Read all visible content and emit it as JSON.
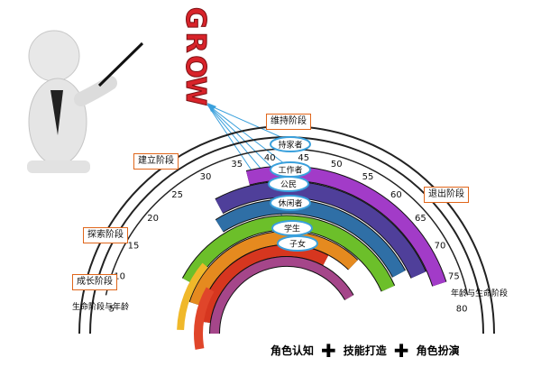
{
  "grow_letters": [
    "G",
    "R",
    "O",
    "W"
  ],
  "stages": {
    "maintain": "维持阶段",
    "establish": "建立阶段",
    "explore": "探索阶段",
    "grow": "成长阶段",
    "decline": "退出阶段"
  },
  "age_ticks": [
    "5",
    "10",
    "15",
    "20",
    "25",
    "30",
    "35",
    "40",
    "45",
    "50",
    "55",
    "60",
    "65",
    "70",
    "75",
    "80"
  ],
  "roles": [
    "持家者",
    "工作者",
    "公民",
    "休闲者",
    "学生",
    "子女"
  ],
  "axis_left": "生命阶段与年龄",
  "axis_right": "年龄与生命阶段",
  "footer": {
    "a": "角色认知",
    "b": "技能打造",
    "c": "角色扮演"
  },
  "colors": {
    "label_border": "#e0661b",
    "ellipse": "#3aa0dc",
    "grow": "#d8232a"
  }
}
